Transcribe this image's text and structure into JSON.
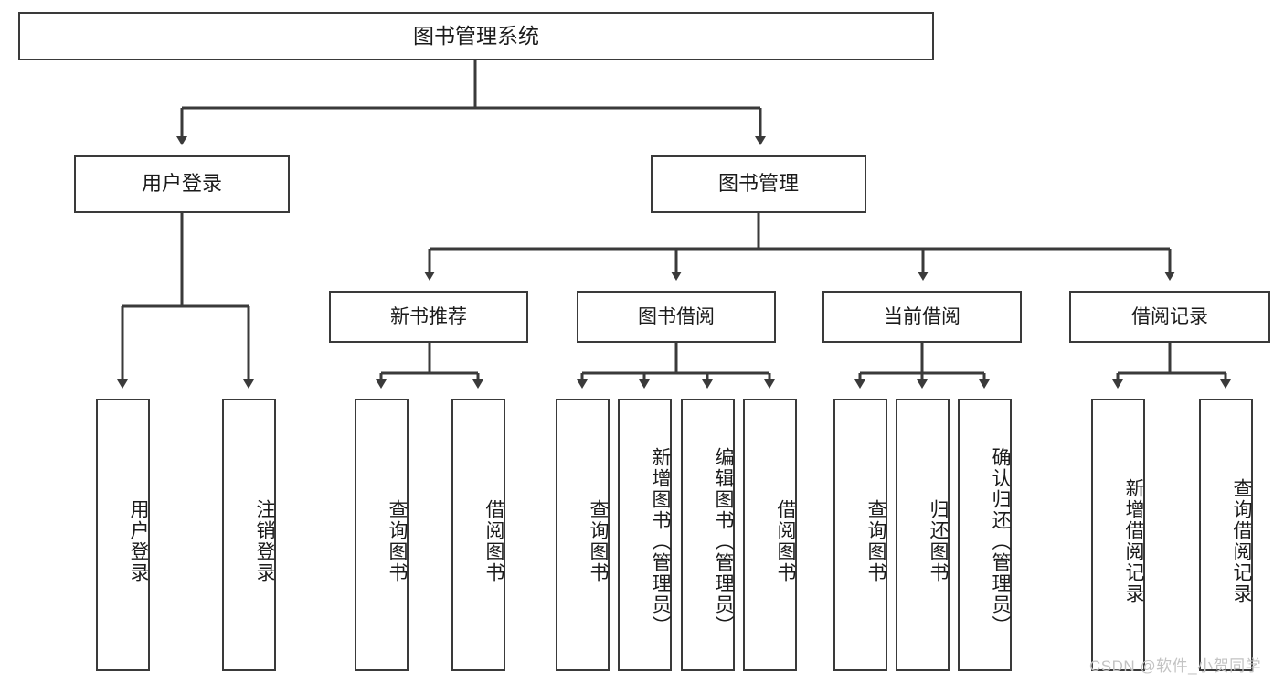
{
  "diagram": {
    "type": "tree",
    "title": "图书管理系统",
    "orientation": "top-down",
    "colors": {
      "background": "#ffffff",
      "line": "#3a3a3a",
      "box_border": "#3a3a3a",
      "box_fill": "#ffffff",
      "text": "#1b1b1b",
      "watermark": "#c3c3c3"
    },
    "root": {
      "label": "图书管理系统"
    },
    "level1": [
      {
        "id": "user-login",
        "label": "用户登录"
      },
      {
        "id": "book-manage",
        "label": "图书管理"
      }
    ],
    "level2": [
      {
        "id": "new-book-recommend",
        "label": "新书推荐",
        "parent": "book-manage"
      },
      {
        "id": "book-borrow",
        "label": "图书借阅",
        "parent": "book-manage"
      },
      {
        "id": "current-borrow",
        "label": "当前借阅",
        "parent": "book-manage"
      },
      {
        "id": "borrow-record",
        "label": "借阅记录",
        "parent": "book-manage"
      }
    ],
    "leaves": [
      {
        "id": "leaf-user-login",
        "label": "用户登录",
        "parent": "user-login"
      },
      {
        "id": "leaf-logout-login",
        "label": "注销登录",
        "parent": "user-login"
      },
      {
        "id": "leaf-query-book-1",
        "label": "查询图书",
        "parent": "new-book-recommend"
      },
      {
        "id": "leaf-borrow-book-1",
        "label": "借阅图书",
        "parent": "new-book-recommend"
      },
      {
        "id": "leaf-query-book-2",
        "label": "查询图书",
        "parent": "book-borrow"
      },
      {
        "id": "leaf-add-book",
        "label": "新增图书（管理员）",
        "parent": "book-borrow"
      },
      {
        "id": "leaf-edit-book",
        "label": "编辑图书（管理员）",
        "parent": "book-borrow"
      },
      {
        "id": "leaf-borrow-book-2",
        "label": "借阅图书",
        "parent": "book-borrow"
      },
      {
        "id": "leaf-query-book-3",
        "label": "查询图书",
        "parent": "current-borrow"
      },
      {
        "id": "leaf-return-book",
        "label": "归还图书",
        "parent": "current-borrow"
      },
      {
        "id": "leaf-confirm-return",
        "label": "确认归还（管理员）",
        "parent": "current-borrow"
      },
      {
        "id": "leaf-add-record",
        "label": "新增借阅记录",
        "parent": "borrow-record"
      },
      {
        "id": "leaf-query-record",
        "label": "查询借阅记录",
        "parent": "borrow-record"
      }
    ],
    "watermark": "CSDN @软件_小贺同学"
  }
}
